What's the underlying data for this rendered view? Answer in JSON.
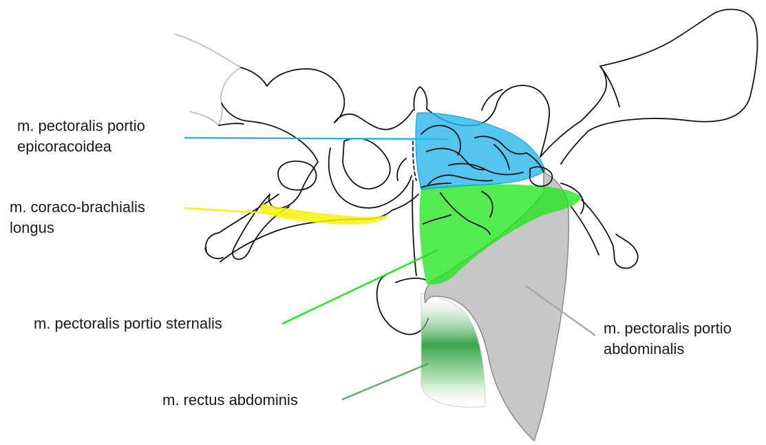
{
  "labels": {
    "epicoracoidea_line1": "m. pectoralis portio",
    "epicoracoidea_line2": "epicoracoidea",
    "coraco_line1": "m. coraco-brachialis",
    "coraco_line2": "longus",
    "sternalis": "m. pectoralis portio sternalis",
    "abdominalis_line1": "m. pectoralis portio",
    "abdominalis_line2": "abdominalis",
    "rectus": "m. rectus abdominis"
  },
  "colors": {
    "epicoracoidea": "#29b6ea",
    "coraco_brachialis": "#f5f20a",
    "sternalis": "#22e61e",
    "abdominalis": "#a9a9a9",
    "rectus": "#2e9e3e",
    "outline": "#111111"
  }
}
